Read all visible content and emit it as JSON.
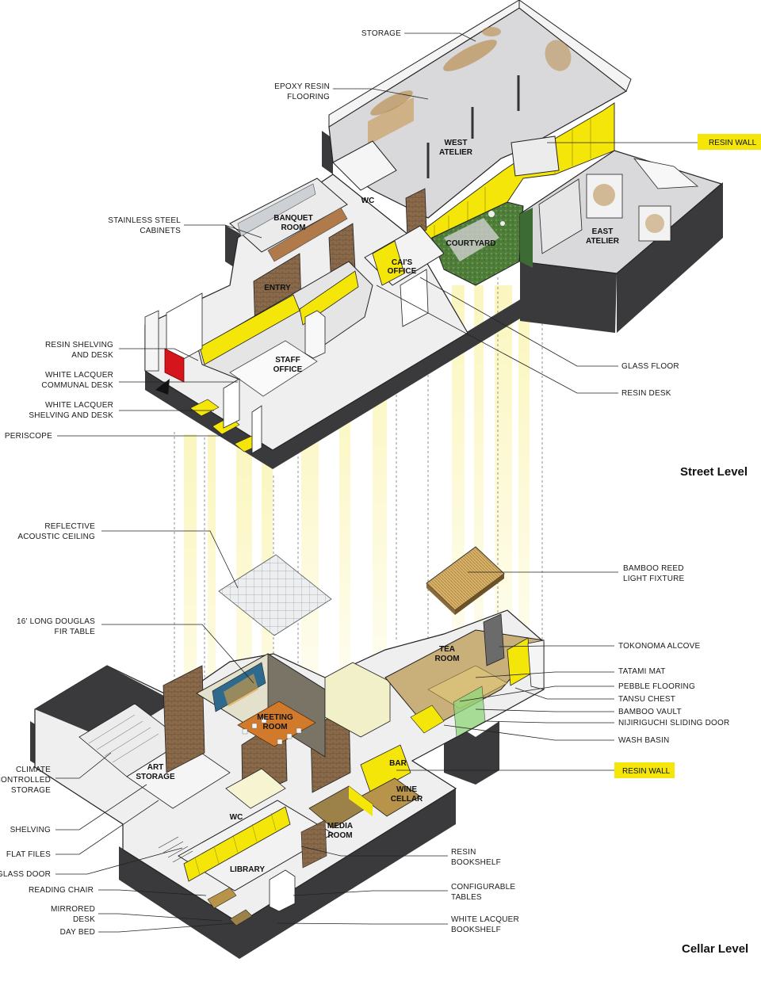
{
  "levels": {
    "street": "Street Level",
    "cellar": "Cellar Level"
  },
  "colors": {
    "accent_yellow": "#f5e60a",
    "wall_dark": "#3a3a3c",
    "floor_grey": "#d9d9db",
    "brick": "#8a6a4a",
    "courtyard_green": "#4f7d3a"
  },
  "street_rooms": {
    "west_atelier": [
      "WEST",
      "ATELIER"
    ],
    "east_atelier": [
      "EAST",
      "ATELIER"
    ],
    "courtyard": [
      "COURTYARD"
    ],
    "banquet_room": [
      "BANQUET",
      "ROOM"
    ],
    "wc": [
      "WC"
    ],
    "entry": [
      "ENTRY"
    ],
    "cais_office": [
      "CAI'S",
      "OFFICE"
    ],
    "staff_office": [
      "STAFF",
      "OFFICE"
    ]
  },
  "cellar_rooms": {
    "tea_room": [
      "TEA",
      "ROOM"
    ],
    "meeting_room": [
      "MEETING",
      "ROOM"
    ],
    "art_storage": [
      "ART",
      "STORAGE"
    ],
    "wc": [
      "WC"
    ],
    "bar": [
      "BAR"
    ],
    "wine_cellar": [
      "WINE",
      "CELLAR"
    ],
    "media_room": [
      "MEDIA",
      "ROOM"
    ],
    "library": [
      "LIBRARY"
    ]
  },
  "street_callouts": {
    "storage": [
      "STORAGE"
    ],
    "epoxy_resin_flooring": [
      "EPOXY RESIN",
      "FLOORING"
    ],
    "resin_wall": [
      "RESIN WALL"
    ],
    "stainless_steel_cabinets": [
      "STAINLESS STEEL",
      "CABINETS"
    ],
    "resin_shelving_and_desk": [
      "RESIN SHELVING",
      "AND DESK"
    ],
    "white_lacquer_communal_desk": [
      "WHITE LACQUER",
      "COMMUNAL DESK"
    ],
    "white_lacquer_shelving_and_desk": [
      "WHITE LACQUER",
      "SHELVING AND DESK"
    ],
    "periscope": [
      "PERISCOPE"
    ],
    "glass_floor": [
      "GLASS FLOOR"
    ],
    "resin_desk": [
      "RESIN DESK"
    ]
  },
  "middle_callouts": {
    "reflective_acoustic_ceiling": [
      "REFLECTIVE",
      "ACOUSTIC CEILING"
    ],
    "bamboo_reed_light_fixture": [
      "BAMBOO REED",
      "LIGHT FIXTURE"
    ],
    "douglas_fir_table": [
      "16' LONG DOUGLAS",
      "FIR TABLE"
    ]
  },
  "cellar_callouts": {
    "tokonoma_alcove": [
      "TOKONOMA ALCOVE"
    ],
    "tatami_mat": [
      "TATAMI MAT"
    ],
    "pebble_flooring": [
      "PEBBLE FLOORING"
    ],
    "tansu_chest": [
      "TANSU CHEST"
    ],
    "bamboo_vault": [
      "BAMBOO VAULT"
    ],
    "nijiriguchi_sliding_door": [
      "NIJIRIGUCHI SLIDING DOOR"
    ],
    "wash_basin": [
      "WASH BASIN"
    ],
    "resin_wall": [
      "RESIN WALL"
    ],
    "climate_controlled_storage": [
      "CLIMATE",
      "CONTROLLED",
      "STORAGE"
    ],
    "shelving": [
      "SHELVING"
    ],
    "flat_files": [
      "FLAT FILES"
    ],
    "glass_door": [
      "GLASS DOOR"
    ],
    "reading_chair": [
      "READING CHAIR"
    ],
    "mirrored_desk": [
      "MIRRORED",
      "DESK"
    ],
    "day_bed": [
      "DAY BED"
    ],
    "resin_bookshelf": [
      "RESIN",
      "BOOKSHELF"
    ],
    "configurable_tables": [
      "CONFIGURABLE",
      "TABLES"
    ],
    "white_lacquer_bookshelf": [
      "WHITE LACQUER",
      "BOOKSHELF"
    ]
  }
}
